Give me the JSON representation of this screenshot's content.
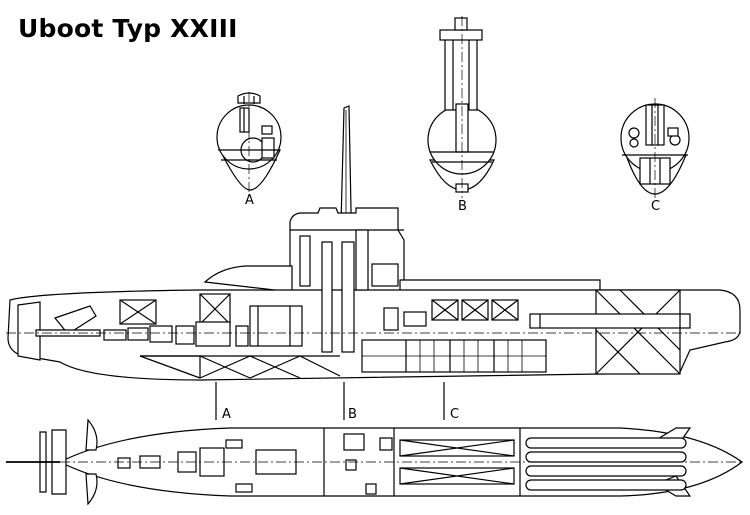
{
  "title": "Uboot Typ XXIII",
  "sections": {
    "a": "A",
    "b": "B",
    "c": "C"
  },
  "cuts": {
    "a": "A",
    "b": "B",
    "c": "C"
  }
}
